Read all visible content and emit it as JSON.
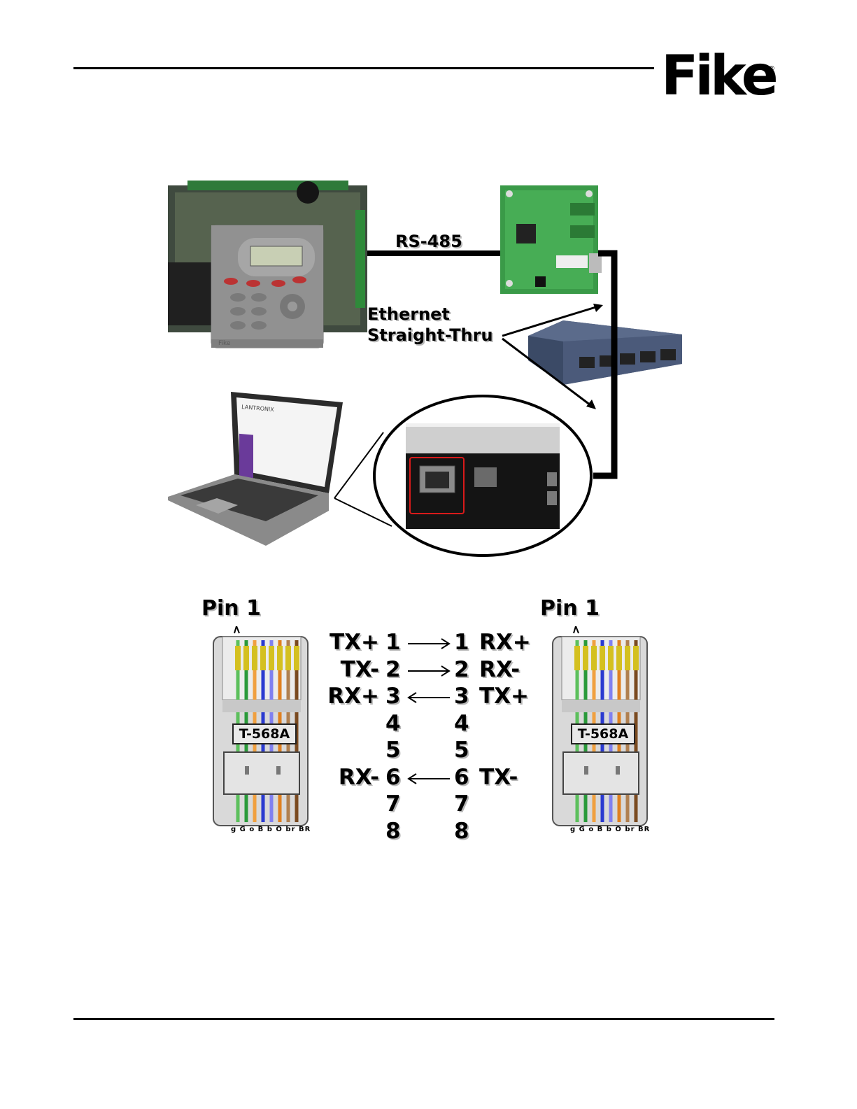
{
  "header": {
    "brand": "Fike",
    "registered_mark": "®"
  },
  "network_diagram": {
    "rs485_label": "RS-485",
    "ethernet_label_line1": "Ethernet",
    "ethernet_label_line2": "Straight-Thru",
    "panel_brand": "Fike",
    "laptop_brand": "LANTRONIX"
  },
  "pinout": {
    "left_pin_title": "Pin 1",
    "right_pin_title": "Pin 1",
    "standard_label_left": "T-568A",
    "standard_label_right": "T-568A",
    "wire_codes_left": "g G o B b O br BR",
    "wire_codes_right": "g G o B b O br BR",
    "rows": [
      {
        "left_signal": "TX+",
        "left_pin": "1",
        "arrow": "right",
        "right_pin": "1",
        "right_signal": "RX+"
      },
      {
        "left_signal": "TX-",
        "left_pin": "2",
        "arrow": "right",
        "right_pin": "2",
        "right_signal": "RX-"
      },
      {
        "left_signal": "RX+",
        "left_pin": "3",
        "arrow": "left",
        "right_pin": "3",
        "right_signal": "TX+"
      },
      {
        "left_signal": "",
        "left_pin": "4",
        "arrow": "none",
        "right_pin": "4",
        "right_signal": ""
      },
      {
        "left_signal": "",
        "left_pin": "5",
        "arrow": "none",
        "right_pin": "5",
        "right_signal": ""
      },
      {
        "left_signal": "RX-",
        "left_pin": "6",
        "arrow": "left",
        "right_pin": "6",
        "right_signal": "TX-"
      },
      {
        "left_signal": "",
        "left_pin": "7",
        "arrow": "none",
        "right_pin": "7",
        "right_signal": ""
      },
      {
        "left_signal": "",
        "left_pin": "8",
        "arrow": "none",
        "right_pin": "8",
        "right_signal": ""
      }
    ]
  },
  "colors": {
    "highlight_port": "#d81a1a",
    "pcb_green": "#2f8a3a",
    "panel_gray": "#8a8a8a",
    "switch_blue": "#4a5a7a"
  }
}
